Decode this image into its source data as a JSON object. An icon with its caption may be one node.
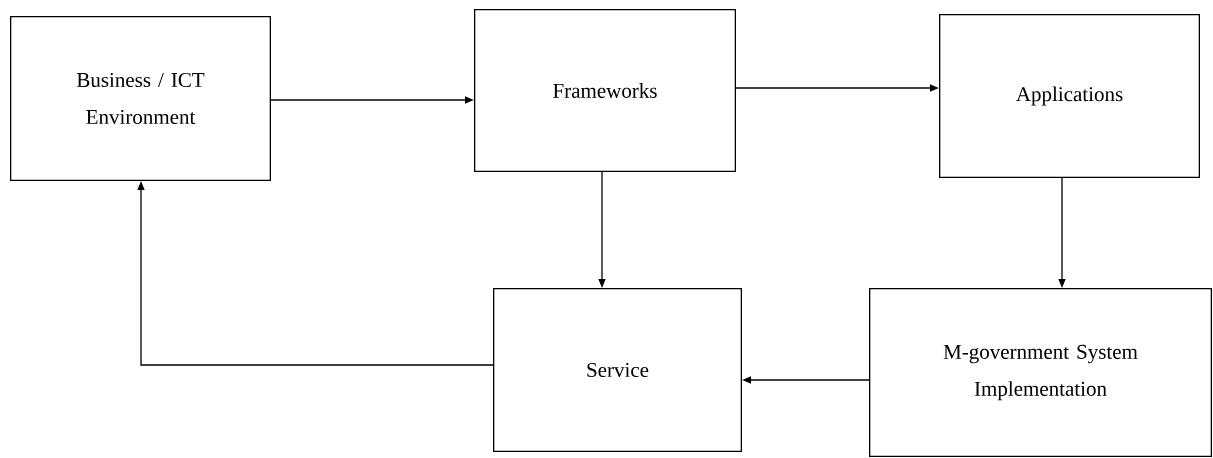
{
  "diagram": {
    "nodes": [
      {
        "text": [
          "Business / ICT Environment"
        ]
      },
      {
        "text": [
          "Frameworks"
        ]
      },
      {
        "text": [
          "Applications"
        ]
      },
      {
        "text": [
          "Service"
        ]
      },
      {
        "text": [
          "M-government System Implementation"
        ]
      }
    ],
    "edges": [
      {
        "from": 0,
        "to": 1,
        "arrow": "to"
      },
      {
        "from": 1,
        "to": 2,
        "arrow": "to"
      },
      {
        "from": 1,
        "to": 3,
        "arrow": "to"
      },
      {
        "from": 2,
        "to": 4,
        "arrow": "to"
      },
      {
        "from": 4,
        "to": 3,
        "arrow": "to"
      },
      {
        "from": 3,
        "to": 0,
        "arrow": "to"
      }
    ]
  }
}
